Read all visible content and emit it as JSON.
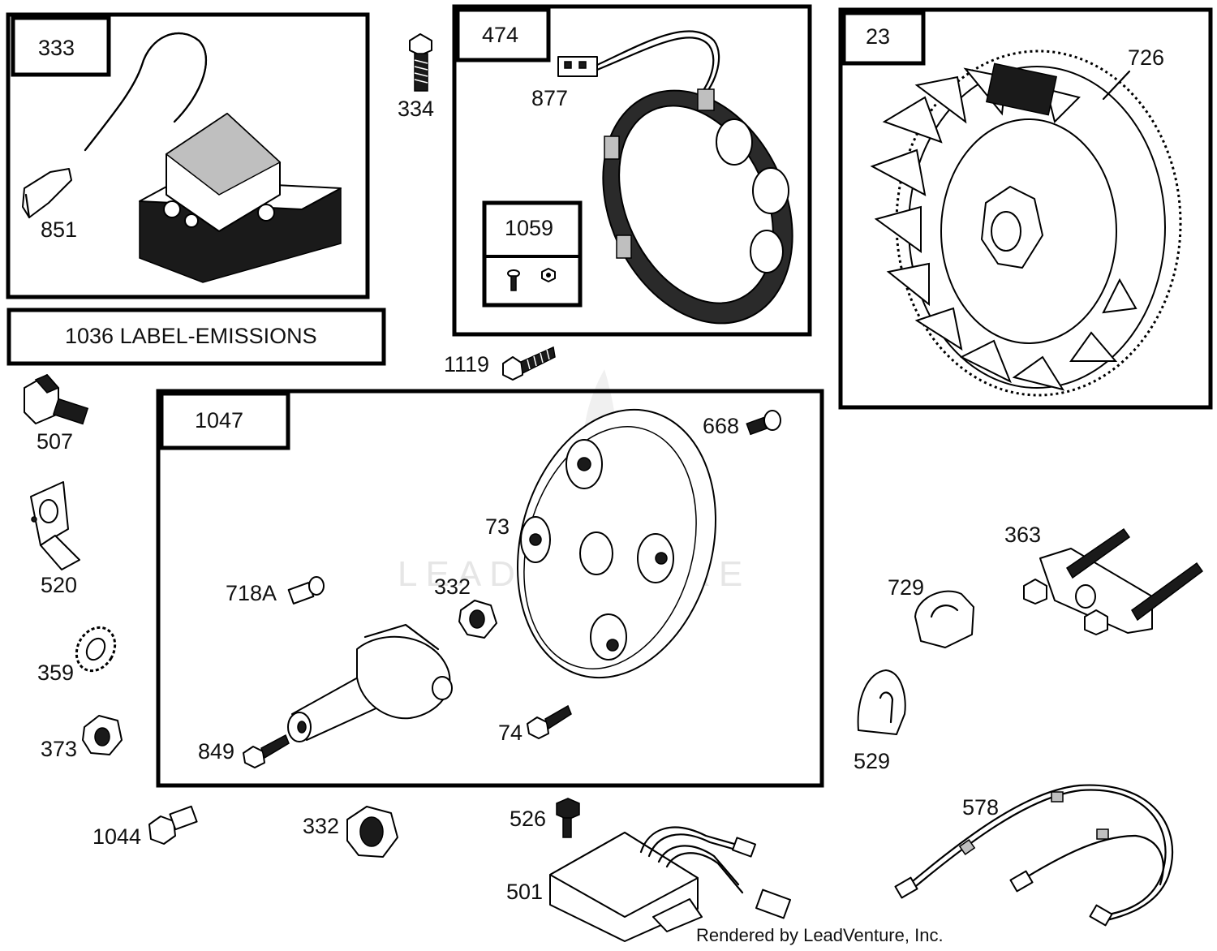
{
  "watermark": "LEADVENTURE",
  "footer": "Rendered by LeadVenture, Inc.",
  "groups": {
    "g333": "333",
    "g474": "474",
    "g1059": "1059",
    "g23": "23",
    "g1047": "1047",
    "emissions": "1036 LABEL-EMISSIONS"
  },
  "parts": {
    "p851": "851",
    "p334": "334",
    "p877": "877",
    "p726": "726",
    "p1119": "1119",
    "p507": "507",
    "p668": "668",
    "p520": "520",
    "p73": "73",
    "p363": "363",
    "p718a": "718A",
    "p332a": "332",
    "p729": "729",
    "p359": "359",
    "p373": "373",
    "p849": "849",
    "p74": "74",
    "p529": "529",
    "p578": "578",
    "p1044": "1044",
    "p332b": "332",
    "p526": "526",
    "p501": "501"
  }
}
